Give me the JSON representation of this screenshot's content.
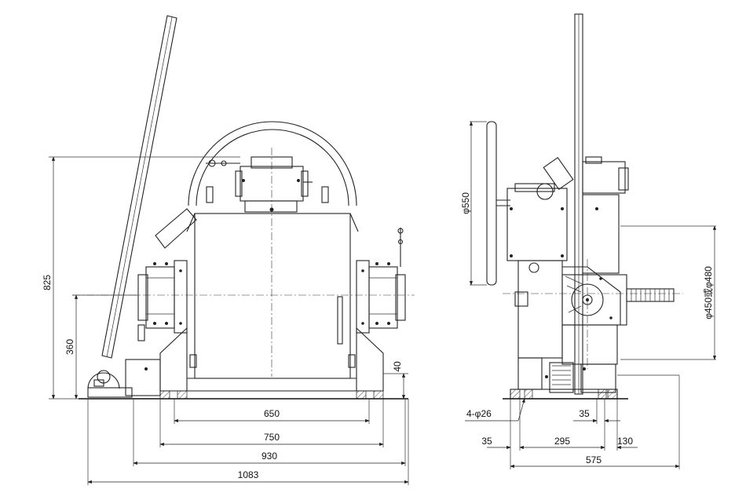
{
  "front_view": {
    "dimensions": {
      "total_width": "1083",
      "width_930": "930",
      "width_750": "750",
      "width_650": "650",
      "height_825": "825",
      "height_360": "360",
      "height_40": "40"
    }
  },
  "side_view": {
    "dimensions": {
      "handwheel_diameter": "φ550",
      "flange_diameter": "φ450或φ480",
      "holes": "4-φ26",
      "spacing_35_top": "35",
      "offset_35_left": "35",
      "spacing_295": "295",
      "spacing_130": "130",
      "total_575": "575"
    }
  }
}
